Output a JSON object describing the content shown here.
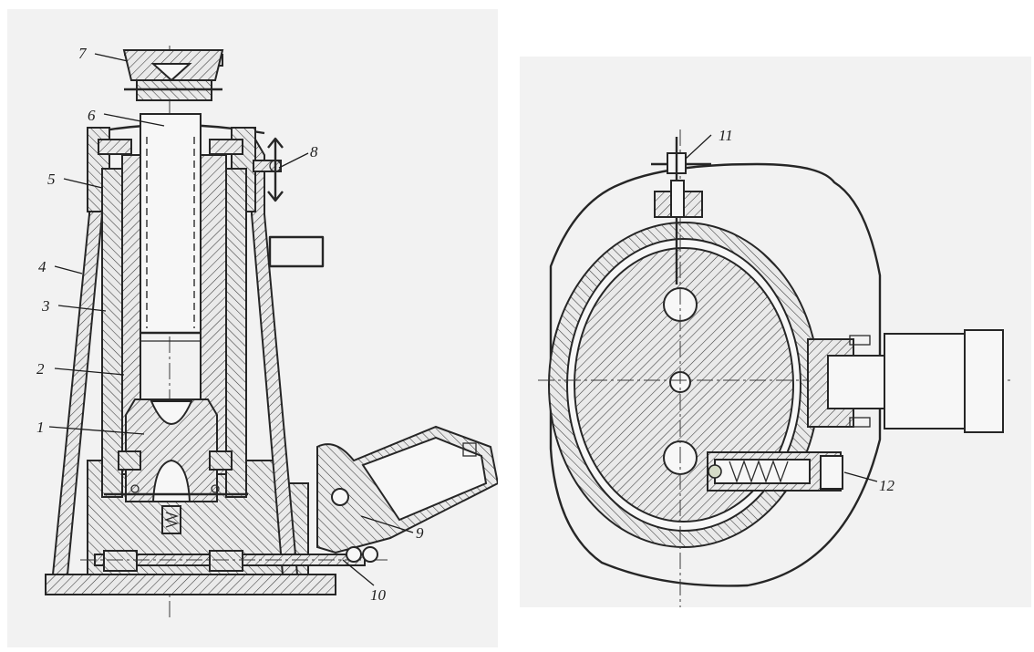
{
  "callouts_left": [
    "7",
    "6",
    "8",
    "5",
    "4",
    "3",
    "2",
    "1",
    "9",
    "10"
  ],
  "callouts_right": [
    "11",
    "12"
  ],
  "colors": {
    "ink": "#262626",
    "paper": "#f2f2f2",
    "page": "#ffffff"
  }
}
